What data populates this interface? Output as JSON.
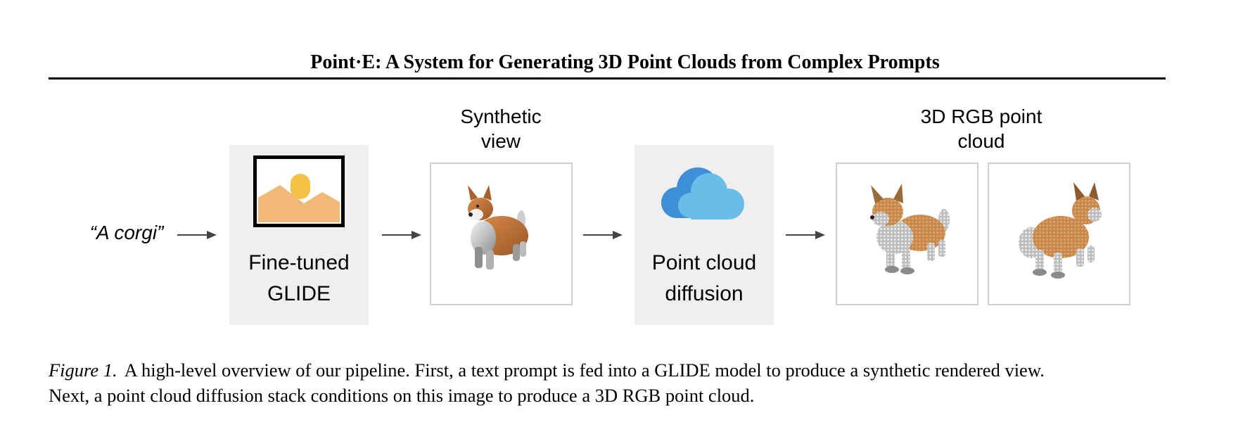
{
  "header": {
    "title": "Point·E: A System for Generating 3D Point Clouds from Complex Prompts"
  },
  "figure": {
    "prompt": "“A corgi”",
    "stages": [
      {
        "label_line1": "Fine-tuned",
        "label_line2": "GLIDE",
        "icon": "image-icon"
      },
      {
        "label_line1": "Point cloud",
        "label_line2": "diffusion",
        "icon": "cloud-icon"
      }
    ],
    "synthetic_view": {
      "caption_line1": "Synthetic",
      "caption_line2": "view"
    },
    "point_cloud": {
      "caption_line1": "3D RGB point",
      "caption_line2": "cloud"
    },
    "colors": {
      "stage_background": "#efefef",
      "frame_border": "#cfcfcf",
      "image_sun": "#f3c143",
      "image_hills": "#f1b877",
      "cloud_light": "#6bbde9",
      "cloud_dark": "#3d8fd6",
      "corgi_fur": "#c67b3b",
      "corgi_white": "#e8e8e8"
    }
  },
  "caption": {
    "label": "Figure 1.",
    "line1": "A high-level overview of our pipeline. First, a text prompt is fed into a GLIDE model to produce a synthetic rendered view.",
    "line2": "Next, a point cloud diffusion stack conditions on this image to produce a 3D RGB point cloud."
  }
}
